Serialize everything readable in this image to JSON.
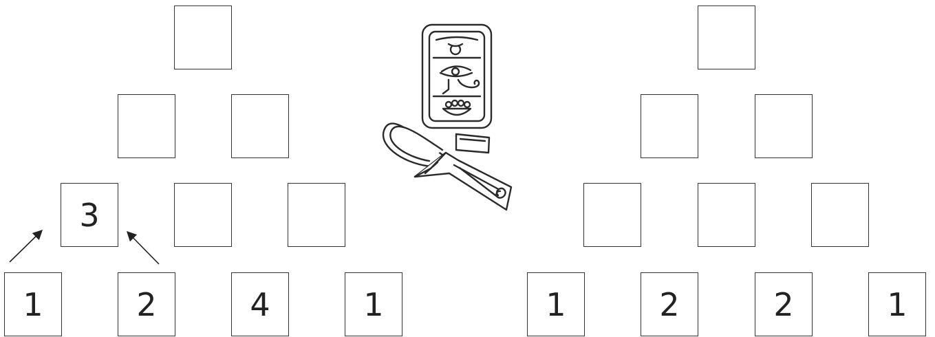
{
  "pyramids": [
    {
      "rows": [
        [
          ""
        ],
        [
          "",
          ""
        ],
        [
          "3",
          "",
          ""
        ],
        [
          "1",
          "2",
          "4",
          "1"
        ]
      ]
    },
    {
      "rows": [
        [
          ""
        ],
        [
          "",
          ""
        ],
        [
          "",
          "",
          ""
        ],
        [
          "1",
          "2",
          "2",
          "1"
        ]
      ]
    }
  ],
  "colors": {
    "stroke": "#333333",
    "text": "#222222",
    "background": "#ffffff"
  },
  "icons": [
    "sum-arrow-icon",
    "egyptian-cartouche-ankh-icon"
  ]
}
